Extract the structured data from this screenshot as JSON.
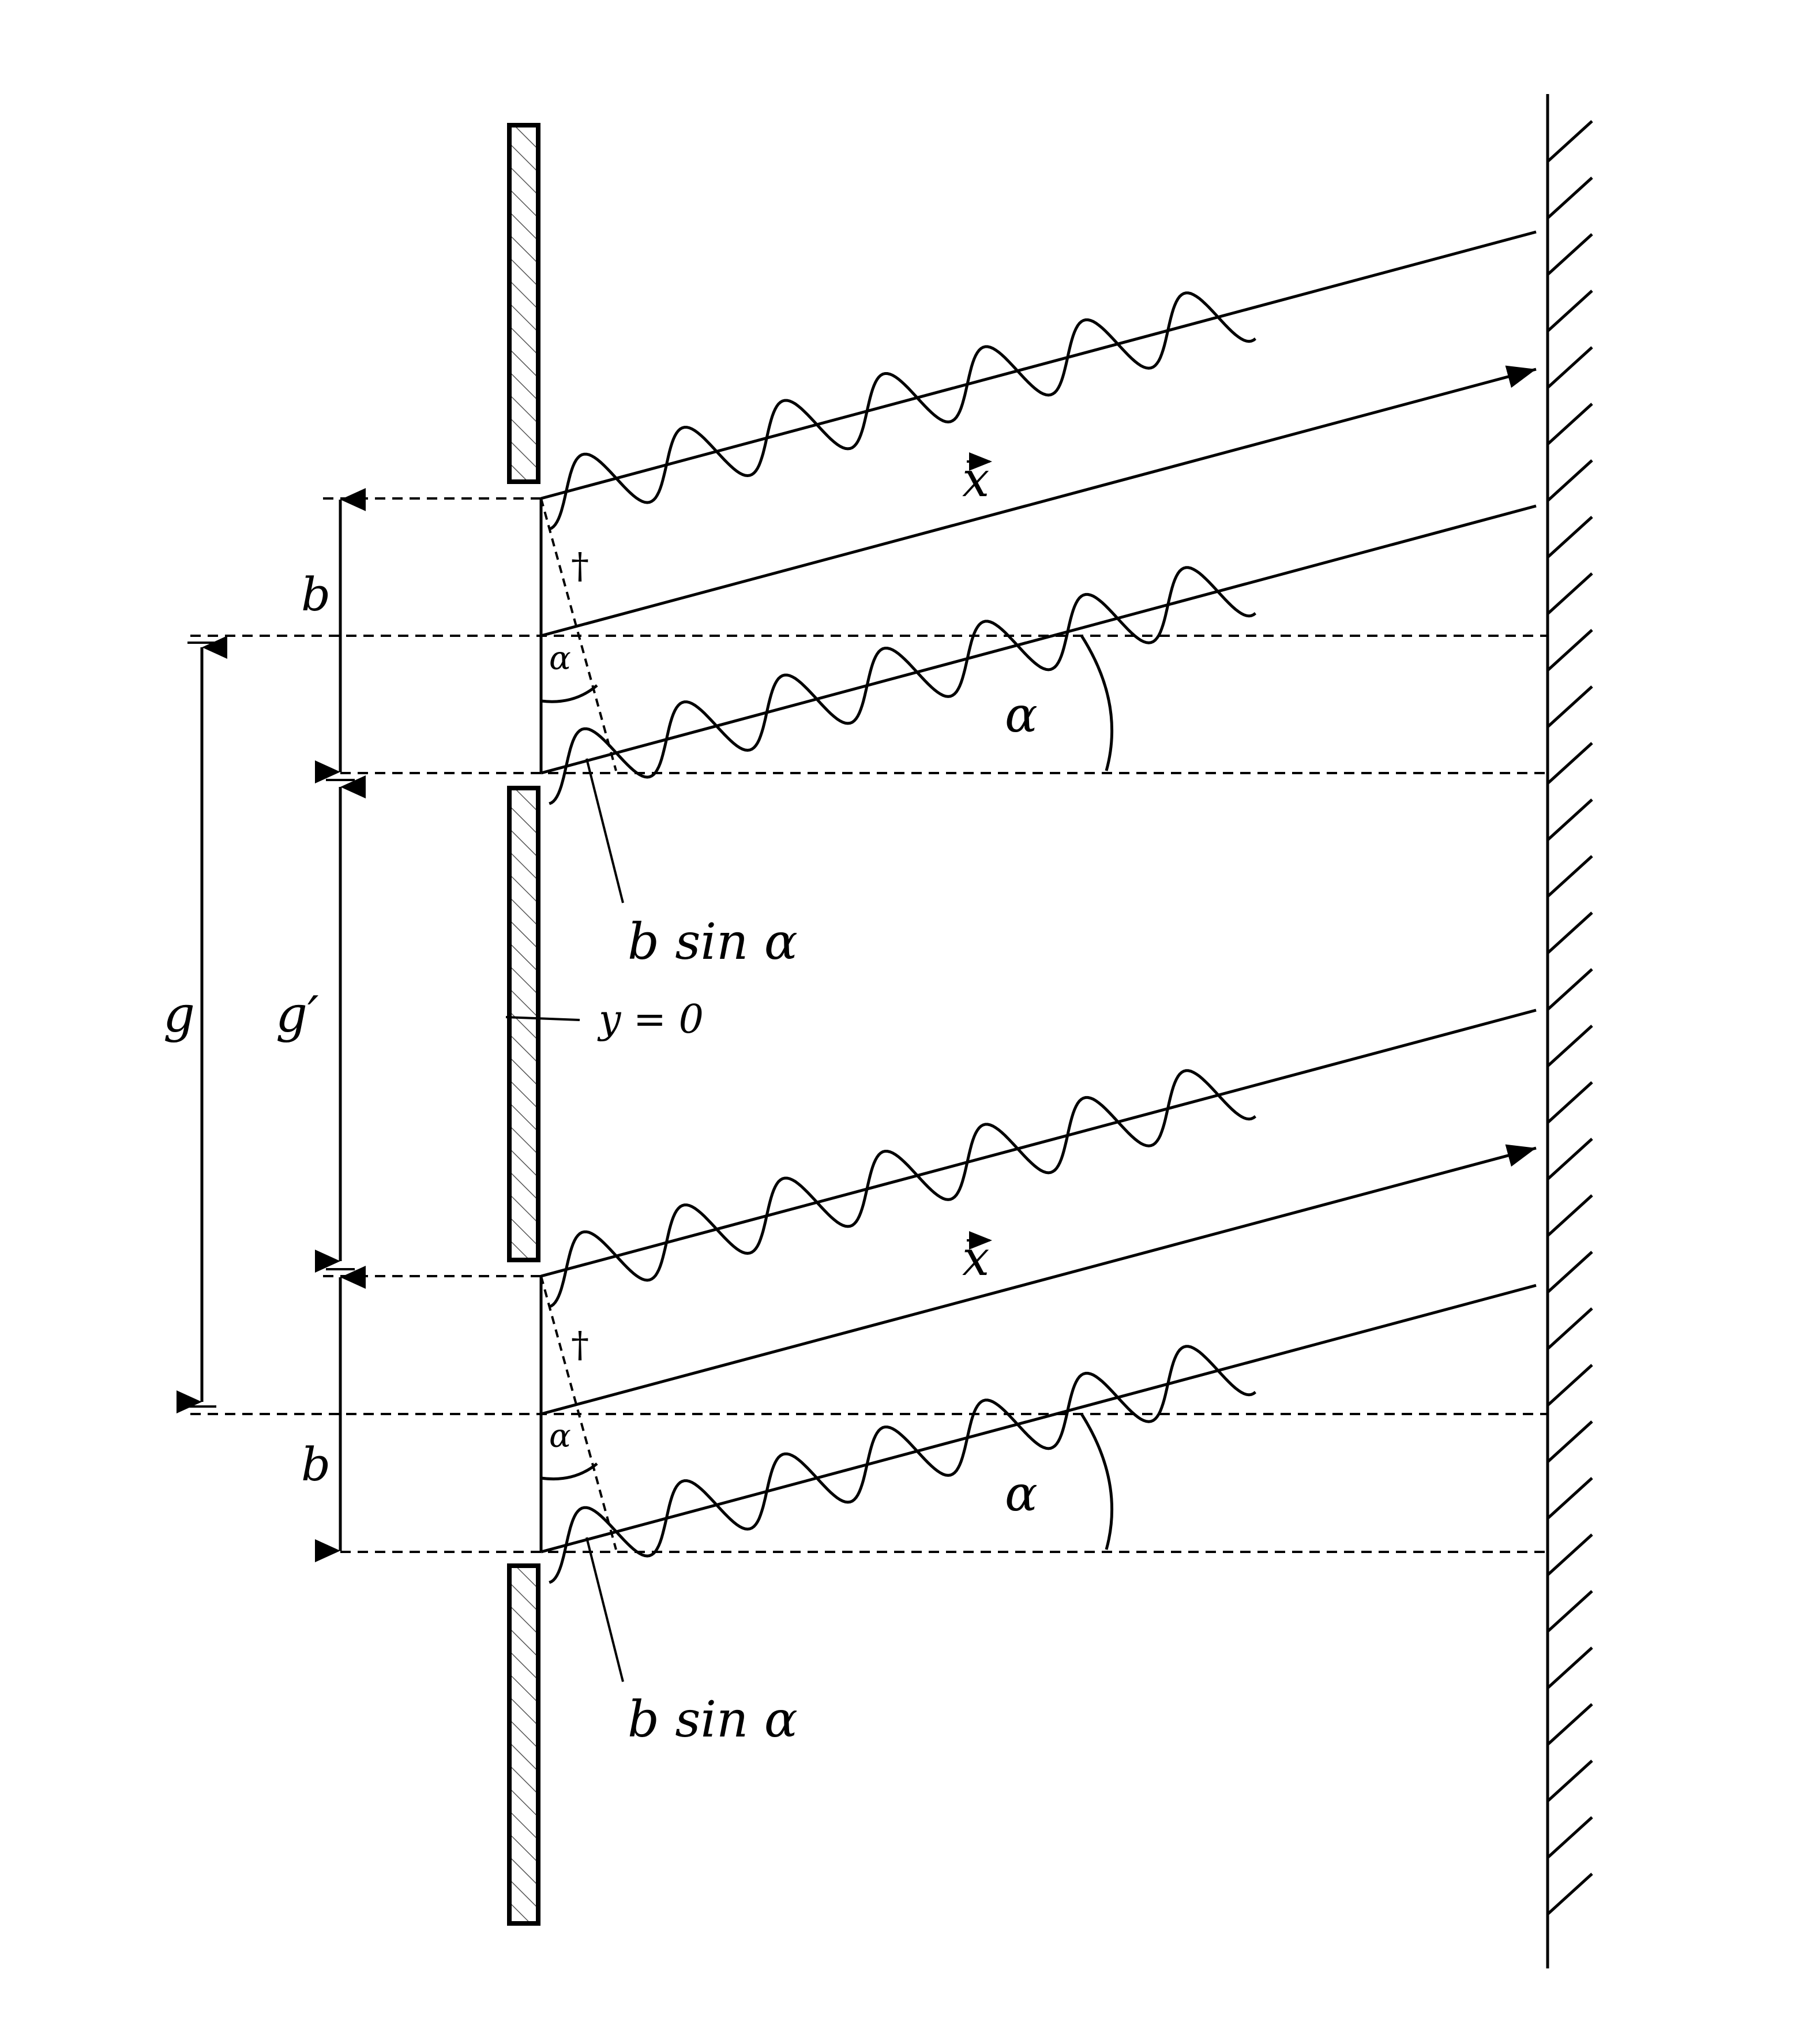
{
  "labels": {
    "slit_width": "b",
    "grating_period": "g",
    "opaque_width": "g′",
    "origin": "y = 0",
    "direction_vector": "x",
    "diffraction_angle": "α",
    "path_difference": "b sin α",
    "right_angle_mark": "†"
  },
  "colors": {
    "line": "#000000",
    "background": "#ffffff",
    "hatch": "#555555"
  },
  "icons": [
    "arrowhead",
    "hatched-wall",
    "wave"
  ]
}
